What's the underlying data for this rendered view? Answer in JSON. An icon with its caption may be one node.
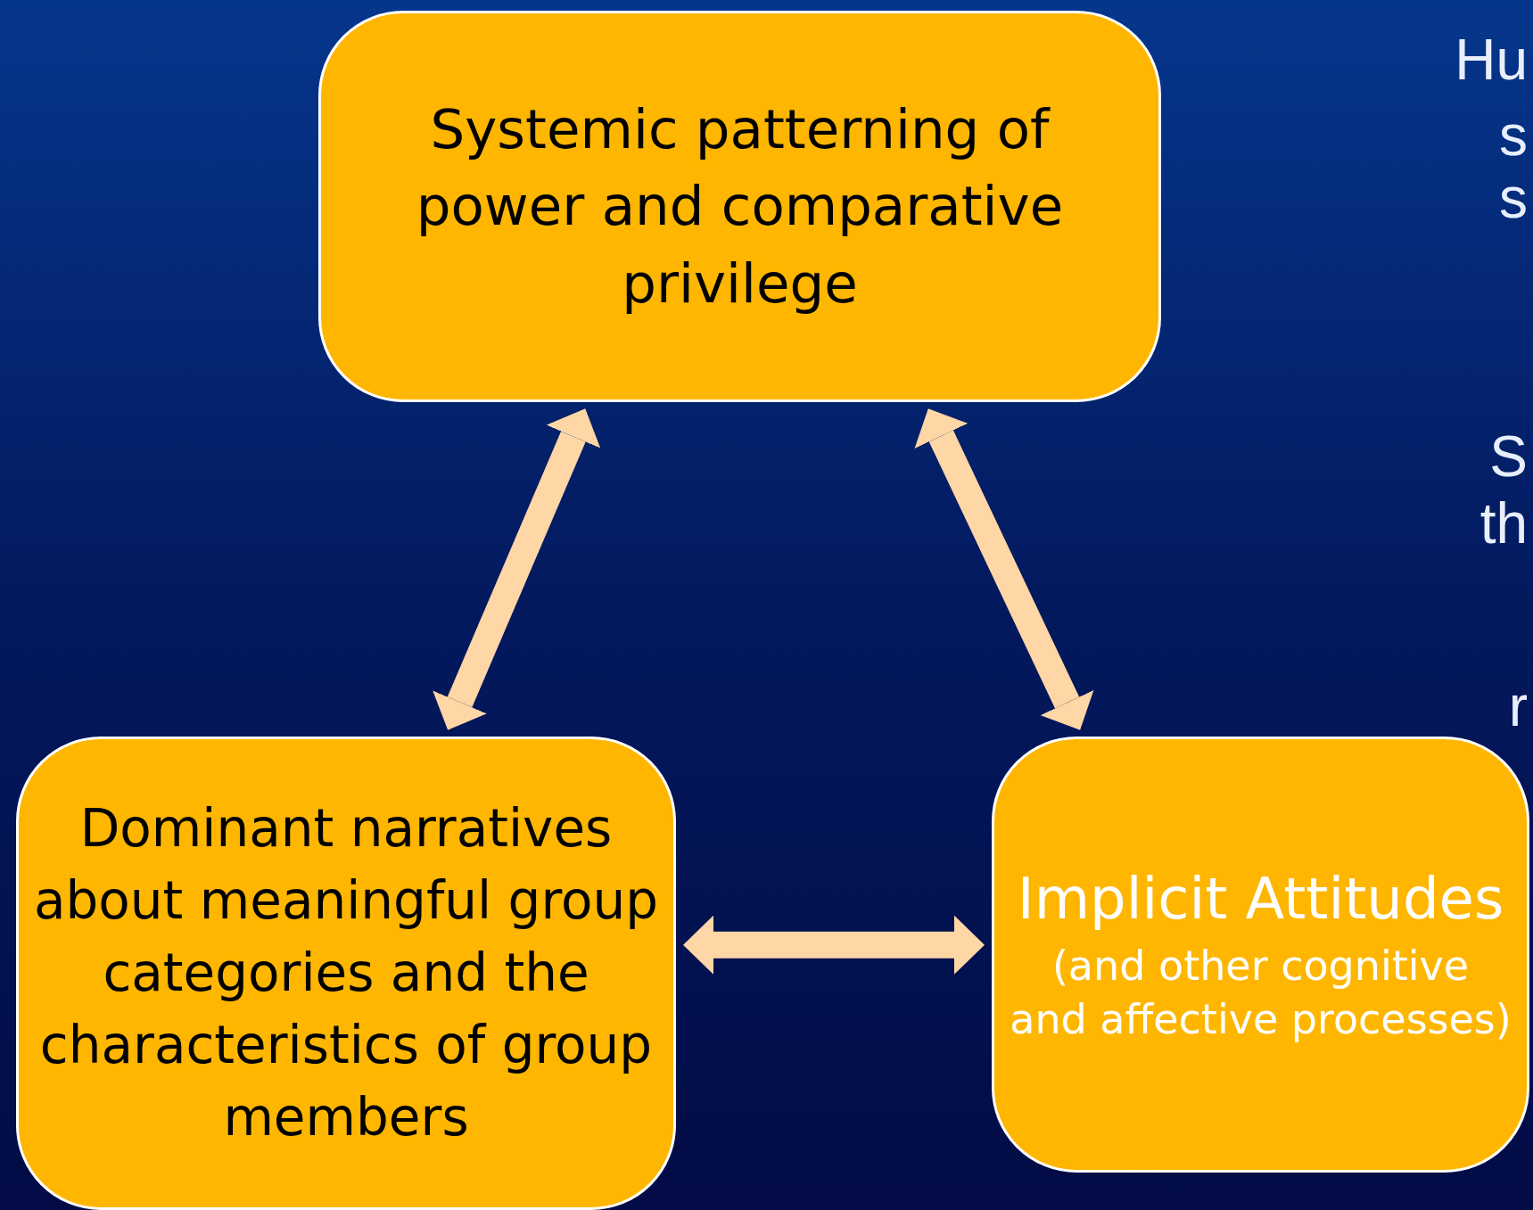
{
  "diagram": {
    "nodes": [
      {
        "text": [
          "Systemic patterning of power and comparative privilege"
        ]
      },
      {
        "text": [
          "Dominant narratives about meaningful group categories and the characteristics of group members"
        ]
      },
      {
        "text": [
          "Implicit Attitudes",
          "(and other cognitive and affective processes)"
        ]
      }
    ],
    "edges": [
      {
        "from": 0,
        "to": 1,
        "arrow": "both"
      },
      {
        "from": 0,
        "to": 2,
        "arrow": "both"
      },
      {
        "from": 1,
        "to": 2,
        "arrow": "both"
      }
    ],
    "labels": [
      "Hu",
      "s",
      "s",
      "S",
      "th",
      "r"
    ]
  }
}
